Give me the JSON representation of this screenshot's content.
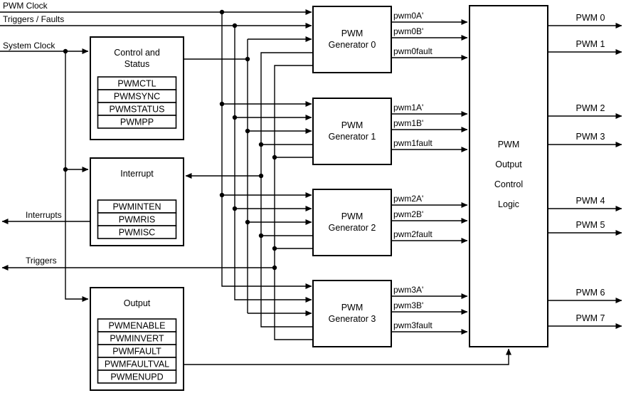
{
  "diagram": {
    "background": "#ffffff",
    "line_color": "#000000",
    "box_fill": "#ffffff",
    "inputs": {
      "pwm_clock": "PWM Clock",
      "triggers_faults": "Triggers / Faults",
      "system_clock": "System Clock"
    },
    "left_outputs": {
      "interrupts": "Interrupts",
      "triggers": "Triggers"
    },
    "blocks": {
      "control": {
        "title_lines": [
          "Control and",
          "Status"
        ],
        "registers": [
          "PWMCTL",
          "PWMSYNC",
          "PWMSTATUS",
          "PWMPP"
        ]
      },
      "interrupt": {
        "title_lines": [
          "Interrupt"
        ],
        "registers": [
          "PWMINTEN",
          "PWMRIS",
          "PWMISC"
        ]
      },
      "output": {
        "title_lines": [
          "Output"
        ],
        "registers": [
          "PWMENABLE",
          "PWMINVERT",
          "PWMFAULT",
          "PWMFAULTVAL",
          "PWMENUPD"
        ]
      },
      "logic": {
        "title_lines": [
          "PWM",
          "Output",
          "Control",
          "Logic"
        ]
      },
      "generators": [
        {
          "title_lines": [
            "PWM",
            "Generator 0"
          ],
          "outputs": [
            "pwm0A'",
            "pwm0B'",
            "pwm0fault"
          ]
        },
        {
          "title_lines": [
            "PWM",
            "Generator 1"
          ],
          "outputs": [
            "pwm1A'",
            "pwm1B'",
            "pwm1fault"
          ]
        },
        {
          "title_lines": [
            "PWM",
            "Generator 2"
          ],
          "outputs": [
            "pwm2A'",
            "pwm2B'",
            "pwm2fault"
          ]
        },
        {
          "title_lines": [
            "PWM",
            "Generator 3"
          ],
          "outputs": [
            "pwm3A'",
            "pwm3B'",
            "pwm3fault"
          ]
        }
      ]
    },
    "pwm_outputs": [
      "PWM 0",
      "PWM 1",
      "PWM 2",
      "PWM 3",
      "PWM 4",
      "PWM 5",
      "PWM 6",
      "PWM 7"
    ]
  }
}
